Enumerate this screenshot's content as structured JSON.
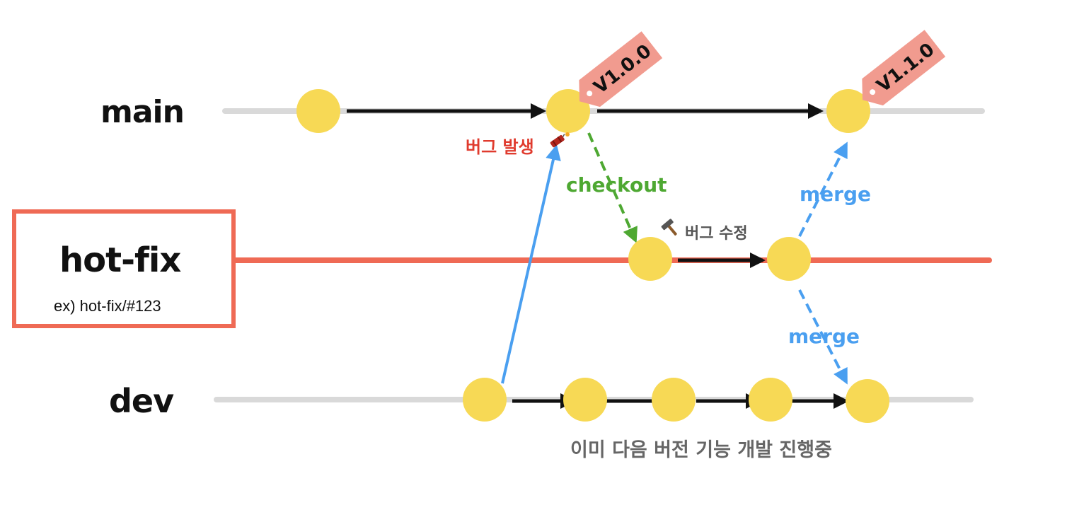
{
  "branches": {
    "main": "main",
    "hotfix": "hot-fix",
    "hotfix_example": "ex) hot-fix/#123",
    "dev": "dev"
  },
  "tags": {
    "v100": "V1.0.0",
    "v110": "V1.1.0"
  },
  "annotations": {
    "bug": "버그 발생",
    "checkout": "checkout",
    "merge_to_main": "merge",
    "merge_to_dev": "merge",
    "bug_fix": "버그 수정",
    "dev_progress": "이미 다음 버전 기능 개발 진행중"
  },
  "icons": {
    "bug": "dynamite-icon",
    "fix": "hammer-icon"
  },
  "colors": {
    "commit": "#f7d955",
    "main_line": "#d9d9d9",
    "hotfix_line": "#ef6a55",
    "tag": "#f19b8f",
    "checkout": "#4ea832",
    "merge": "#4a9ff0",
    "bug": "#e03b2e",
    "arrow": "#111111"
  }
}
